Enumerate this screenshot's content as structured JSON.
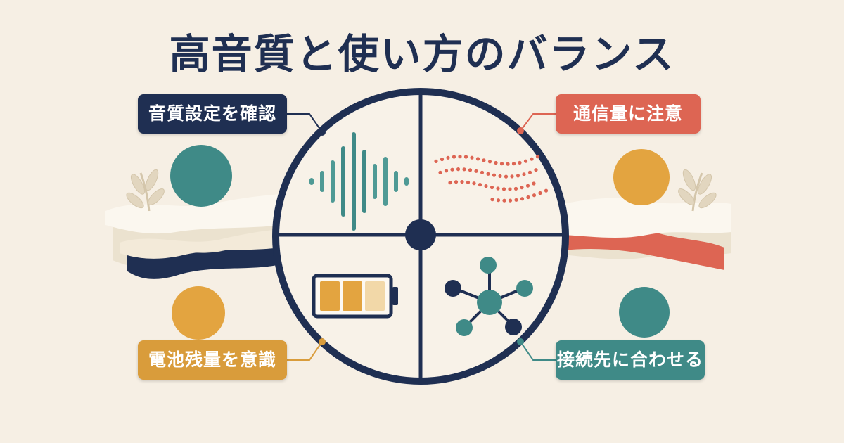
{
  "title": "高音質と使い方のバランス",
  "labels": {
    "top_left": "音質設定を確認",
    "top_right": "通信量に注意",
    "bottom_left": "電池残量を意識",
    "bottom_right": "接続先に合わせる"
  },
  "quadrant_icons": {
    "top_left": "sound-wave-icon",
    "top_right": "data-flow-icon",
    "bottom_left": "battery-icon",
    "bottom_right": "network-node-icon"
  },
  "battery_level": 0.67,
  "colors": {
    "navy": "#1f2f52",
    "coral": "#dd6553",
    "mustard": "#d99c3b",
    "teal": "#3f8a87",
    "background": "#f6efe4"
  }
}
